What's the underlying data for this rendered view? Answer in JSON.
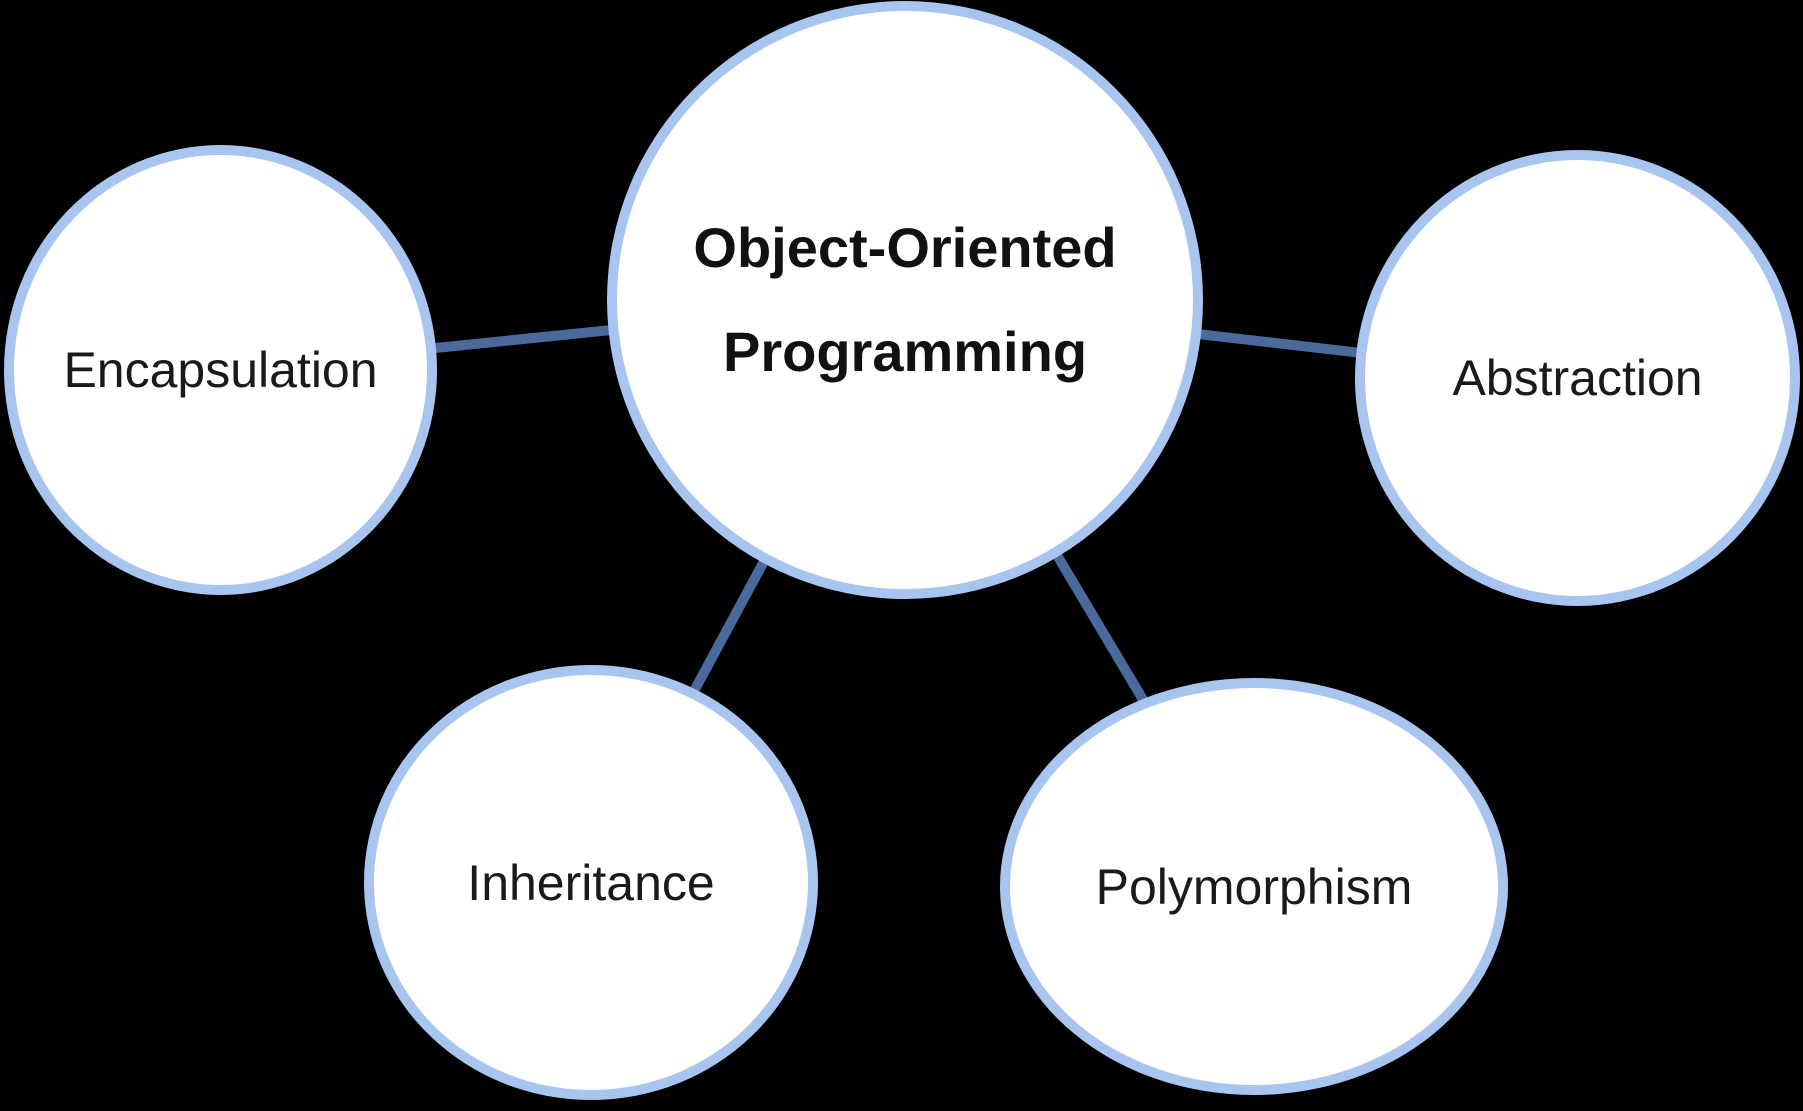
{
  "diagram": {
    "type": "concept-map",
    "center_node": {
      "id": "oop",
      "lines": [
        "Object-Oriented",
        "Programming"
      ]
    },
    "satellite_nodes": [
      {
        "id": "encapsulation",
        "label": "Encapsulation"
      },
      {
        "id": "abstraction",
        "label": "Abstraction"
      },
      {
        "id": "inheritance",
        "label": "Inheritance"
      },
      {
        "id": "polymorphism",
        "label": "Polymorphism"
      }
    ],
    "connections": [
      {
        "from": "oop",
        "to": "encapsulation"
      },
      {
        "from": "oop",
        "to": "abstraction"
      },
      {
        "from": "oop",
        "to": "inheritance"
      },
      {
        "from": "oop",
        "to": "polymorphism"
      }
    ],
    "colors": {
      "background": "#000000",
      "node_fill": "#ffffff",
      "node_border": "#a8c5f0",
      "connector": "#4a6a9b",
      "text": "#1a1a1a"
    }
  }
}
